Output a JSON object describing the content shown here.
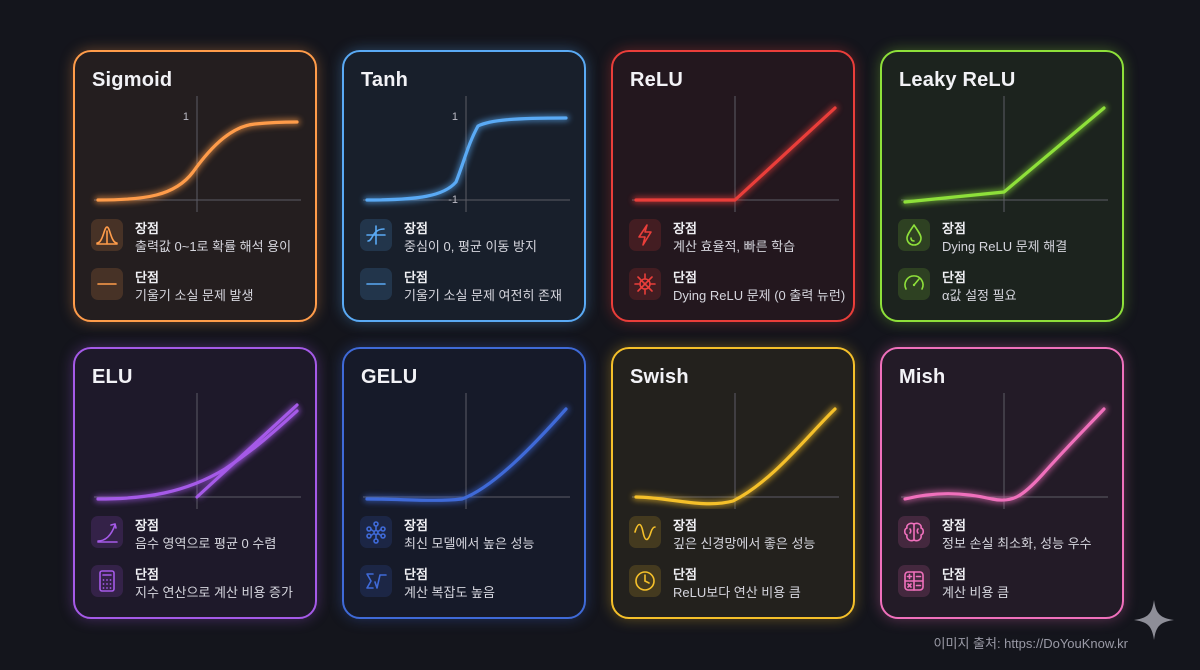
{
  "cards": [
    {
      "title": "Sigmoid",
      "color": "#ff9c4a",
      "y_top": "1",
      "y_bottom": "",
      "pro_heading": "장점",
      "pro_text": "출력값 0~1로 확률 해석 용이",
      "pro_icon": "bell-curve-icon",
      "con_heading": "단점",
      "con_text": "기울기 소실 문제 발생",
      "con_icon": "flat-line-icon"
    },
    {
      "title": "Tanh",
      "color": "#5aaaf5",
      "y_top": "1",
      "y_bottom": "-1",
      "pro_heading": "장점",
      "pro_text": "중심이 0, 평균 이동 방지",
      "pro_icon": "centered-axes-icon",
      "con_heading": "단점",
      "con_text": "기울기 소실 문제 여전히 존재",
      "con_icon": "flat-line-icon"
    },
    {
      "title": "ReLU",
      "color": "#ea3e3a",
      "y_top": "",
      "y_bottom": "",
      "pro_heading": "장점",
      "pro_text": "계산 효율적, 빠른 학습",
      "pro_icon": "lightning-icon",
      "con_heading": "단점",
      "con_text": "Dying ReLU 문제 (0 출력 뉴런)",
      "con_icon": "dead-neuron-icon"
    },
    {
      "title": "Leaky ReLU",
      "color": "#8ee03a",
      "y_top": "",
      "y_bottom": "",
      "pro_heading": "장점",
      "pro_text": "Dying ReLU 문제 해결",
      "pro_icon": "drop-icon",
      "con_heading": "단점",
      "con_text": "α값 설정 필요",
      "con_icon": "gauge-icon"
    },
    {
      "title": "ELU",
      "color": "#a55ae8",
      "y_top": "",
      "y_bottom": "",
      "pro_heading": "장점",
      "pro_text": "음수 영역으로 평균 0 수렴",
      "pro_icon": "curve-arrow-icon",
      "con_heading": "단점",
      "con_text": "지수 연산으로 계산 비용 증가",
      "con_icon": "calculator-icon"
    },
    {
      "title": "GELU",
      "color": "#3f6ad8",
      "y_top": "",
      "y_bottom": "",
      "pro_heading": "장점",
      "pro_text": "최신 모델에서 높은 성능",
      "pro_icon": "network-icon",
      "con_heading": "단점",
      "con_text": "계산 복잡도 높음",
      "con_icon": "formula-icon"
    },
    {
      "title": "Swish",
      "color": "#f5c02a",
      "y_top": "",
      "y_bottom": "",
      "pro_heading": "장점",
      "pro_text": "깊은 신경망에서 좋은 성능",
      "pro_icon": "wave-icon",
      "con_heading": "단점",
      "con_text": "ReLU보다 연산 비용 큼",
      "con_icon": "clock-icon"
    },
    {
      "title": "Mish",
      "color": "#f070bc",
      "y_top": "",
      "y_bottom": "",
      "pro_heading": "장점",
      "pro_text": "정보 손실 최소화, 성능 우수",
      "pro_icon": "brain-icon",
      "con_heading": "단점",
      "con_text": "계산 비용 큼",
      "con_icon": "math-icon"
    }
  ],
  "credit": "이미지 출처: https://DoYouKnow.kr"
}
